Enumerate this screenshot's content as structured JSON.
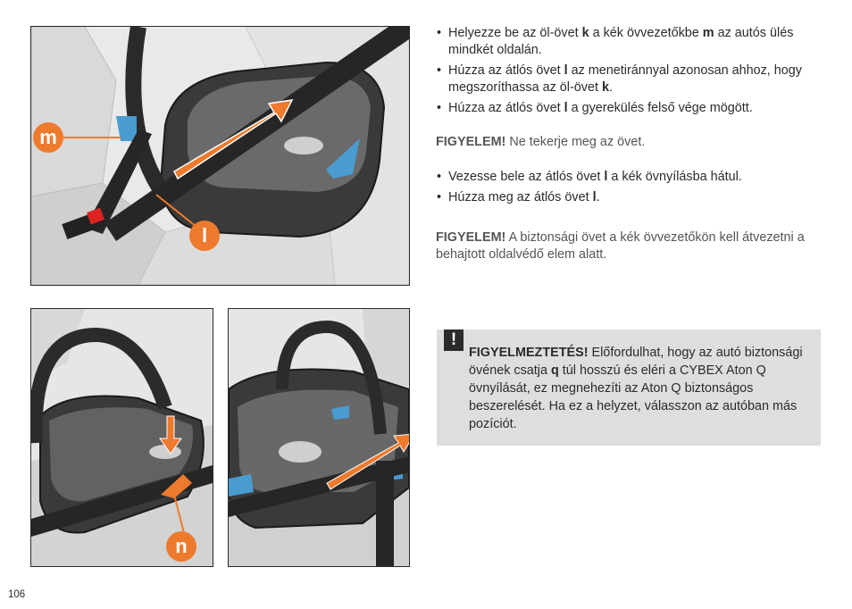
{
  "page_number": "106",
  "labels": {
    "m": "m",
    "l": "l",
    "n": "n"
  },
  "colors": {
    "accent_orange": "#ee7a2d",
    "belt_guide_blue": "#4a9bd0",
    "warning_bg": "#dedede"
  },
  "section1": {
    "bullets": [
      {
        "pre": "Helyezze be az öl-övet ",
        "key": "k",
        "mid": " a kék övvezetőkbe ",
        "key2": "m",
        "post": " az autós ülés mindkét oldalán."
      },
      {
        "pre": "Húzza az átlós övet ",
        "key": "l",
        "post": " az menetiránnyal azonosan ahhoz, hogy megszoríthassa az öl-övet ",
        "key2": "k",
        "end": "."
      },
      {
        "pre": "Húzza az átlós övet ",
        "key": "l",
        "post": " a gyerekülés felső vége mögött."
      }
    ],
    "note_label": "FIGYELEM!",
    "note_text": " Ne tekerje meg az övet."
  },
  "section2": {
    "bullets": [
      {
        "pre": "Vezesse bele az átlós övet ",
        "key": "l",
        "post": " a kék övnyílásba hátul."
      },
      {
        "pre": "Húzza meg az átlós övet ",
        "key": "l",
        "post": "."
      }
    ],
    "note_label": "FIGYELEM!",
    "note_text": " A biztonsági övet a kék övvezetőkön kell átvezetni a behajtott oldalvédő elem alatt."
  },
  "warning": {
    "icon": "!",
    "label": "FIGYELMEZTETÉS!",
    "pre": " Előfordulhat, hogy az autó biztonsági övének csatja ",
    "key": "q",
    "post": " túl hosszú és eléri a CYBEX Aton Q övnyílását, ez megnehezíti  az Aton Q biztonságos beszerelését. Ha ez a helyzet, válasszon az autóban más pozíciót."
  }
}
